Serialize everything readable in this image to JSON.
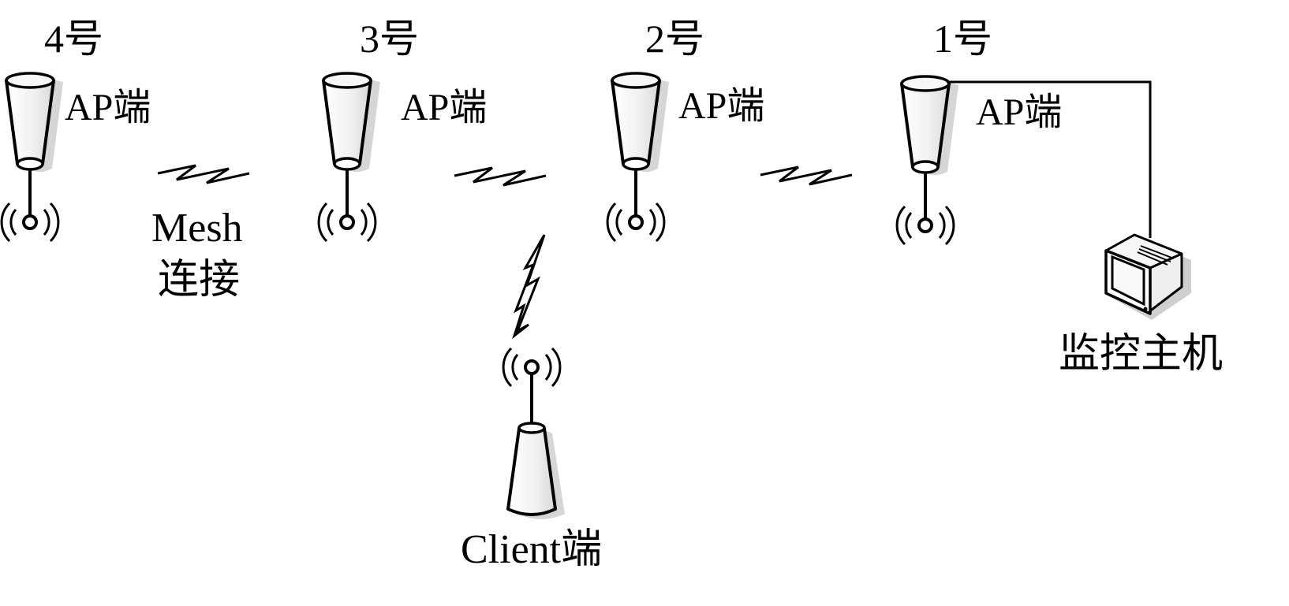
{
  "nodes": [
    {
      "id": "ap4",
      "number_label": "4号",
      "role_label": "AP端"
    },
    {
      "id": "ap3",
      "number_label": "3号",
      "role_label": "AP端"
    },
    {
      "id": "ap2",
      "number_label": "2号",
      "role_label": "AP端"
    },
    {
      "id": "ap1",
      "number_label": "1号",
      "role_label": "AP端"
    }
  ],
  "client": {
    "label": "Client端"
  },
  "link": {
    "label_line1": "Mesh",
    "label_line2": "连接"
  },
  "host": {
    "label": "监控主机"
  },
  "colors": {
    "ink": "#000000",
    "fill_light": "#f4f4f4",
    "shadow": "#cfcfcf"
  }
}
